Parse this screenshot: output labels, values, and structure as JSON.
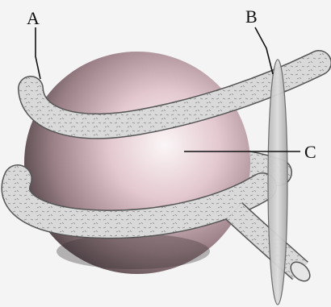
{
  "labels": {
    "a": "A",
    "b": "B",
    "c": "C"
  },
  "colors": {
    "background": "#f4f4f4",
    "sphere_light": "#f6eef0",
    "sphere_mid": "#c9a9b2",
    "sphere_dark": "#4a4043",
    "strand_fill": "#d8d8d8",
    "strand_outline": "#555555",
    "disc_fill": "#c9c9c9",
    "leader": "#111111"
  }
}
